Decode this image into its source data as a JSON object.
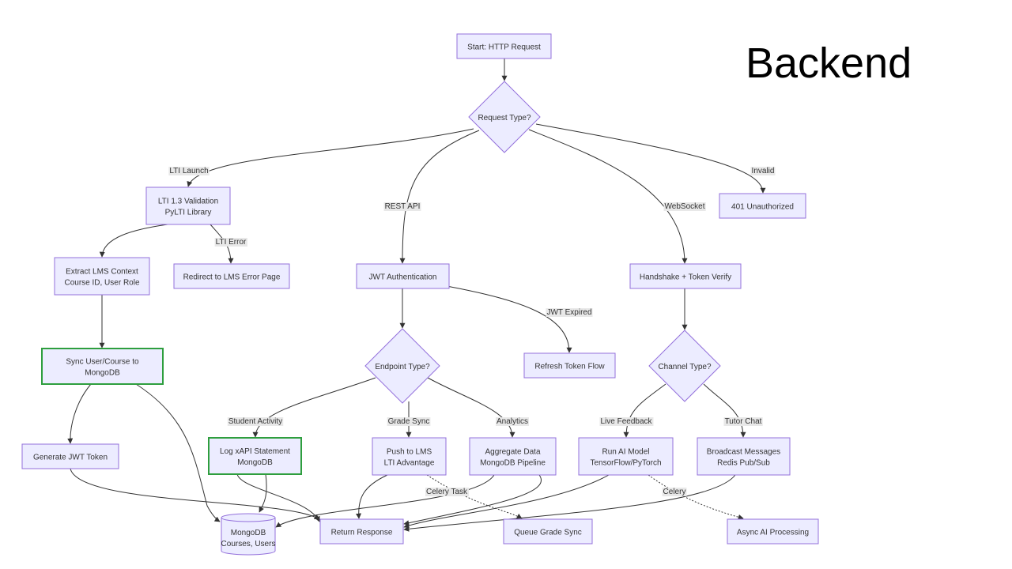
{
  "slide": {
    "title": "Backend"
  },
  "nodes": {
    "start": [
      "Start: HTTP Request"
    ],
    "request_type": [
      "Request Type?"
    ],
    "lti_validation": [
      "LTI 1.3 Validation",
      "PyLTI Library"
    ],
    "unauthorized": [
      "401 Unauthorized"
    ],
    "extract_lms": [
      "Extract LMS Context",
      "Course ID, User Role"
    ],
    "redirect_lms": [
      "Redirect to LMS Error Page"
    ],
    "jwt_auth": [
      "JWT Authentication"
    ],
    "handshake": [
      "Handshake + Token Verify"
    ],
    "sync_user": [
      "Sync User/Course to",
      "MongoDB"
    ],
    "endpoint_type": [
      "Endpoint Type?"
    ],
    "refresh_token": [
      "Refresh Token Flow"
    ],
    "channel_type": [
      "Channel Type?"
    ],
    "generate_jwt": [
      "Generate JWT Token"
    ],
    "log_xapi": [
      "Log xAPI Statement",
      "MongoDB"
    ],
    "push_lms": [
      "Push to LMS",
      "LTI Advantage"
    ],
    "aggregate": [
      "Aggregate Data",
      "MongoDB Pipeline"
    ],
    "run_ai": [
      "Run AI Model",
      "TensorFlow/PyTorch"
    ],
    "broadcast": [
      "Broadcast Messages",
      "Redis Pub/Sub"
    ],
    "mongodb": [
      "MongoDB",
      "Courses, Users"
    ],
    "return_response": [
      "Return Response"
    ],
    "queue_grade": [
      "Queue Grade Sync"
    ],
    "async_ai": [
      "Async AI Processing"
    ]
  },
  "edge_labels": {
    "lti_launch": "LTI Launch",
    "rest_api": "REST API",
    "websocket": "WebSocket",
    "invalid": "Invalid",
    "lti_error": "LTI Error",
    "jwt_expired": "JWT Expired",
    "student_activity": "Student Activity",
    "grade_sync": "Grade Sync",
    "analytics": "Analytics",
    "live_feedback": "Live Feedback",
    "tutor_chat": "Tutor Chat",
    "celery_task": "Celery Task",
    "celery": "Celery"
  }
}
